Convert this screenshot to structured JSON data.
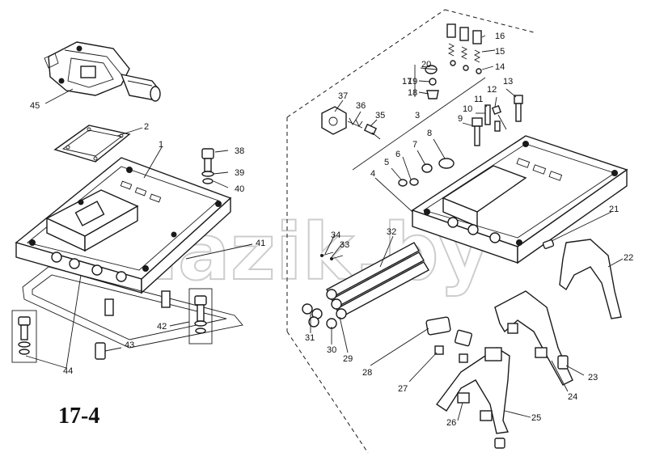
{
  "figure_number": "17-4",
  "watermark": "mazik.by",
  "corner_mark": "",
  "callouts": [
    "1",
    "2",
    "3",
    "4",
    "5",
    "6",
    "7",
    "8",
    "9",
    "10",
    "11",
    "12",
    "13",
    "14",
    "15",
    "16",
    "17",
    "18",
    "19",
    "20",
    "21",
    "22",
    "23",
    "24",
    "25",
    "26",
    "27",
    "28",
    "29",
    "30",
    "31",
    "32",
    "33",
    "34",
    "35",
    "36",
    "37",
    "38",
    "39",
    "40",
    "41",
    "42",
    "43",
    "44",
    "45"
  ],
  "colors": {
    "line": "#1a1a1a",
    "background": "#ffffff",
    "watermark": "#bdbdbd"
  }
}
